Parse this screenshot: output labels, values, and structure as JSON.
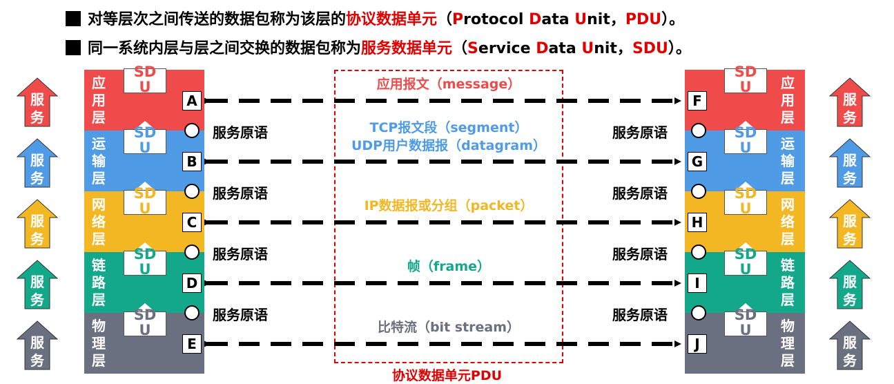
{
  "headers": [
    {
      "pre": "对等层次之间传送的数据包称为该层的",
      "hl": "协议数据单元",
      "mid1": "（",
      "P": "P",
      "w1": "rotocol ",
      "D": "D",
      "w2": "ata ",
      "U": "U",
      "w3": "nit，",
      "abbr": "PDU",
      "end": "）。"
    },
    {
      "pre": "同一系统内层与层之间交换的数据包称为",
      "hl": "服务数据单元",
      "mid1": "（",
      "P": "S",
      "w1": "ervice ",
      "D": "D",
      "w2": "ata ",
      "U": "U",
      "w3": "nit，",
      "abbr": "SDU",
      "end": "）。"
    }
  ],
  "layers": [
    {
      "name": "应用层",
      "chars": [
        "应",
        "用",
        "层"
      ],
      "color": "#f04b4b",
      "sdu_color": "#f04b4b",
      "left_box": "A",
      "right_box": "F",
      "message": "应用报文（message）",
      "msg_color": "#f04b4b"
    },
    {
      "name": "运输层",
      "chars": [
        "运",
        "输",
        "层"
      ],
      "color": "#4f9be6",
      "sdu_color": "#4f9be6",
      "left_box": "B",
      "right_box": "G",
      "message": "TCP报文段（segment）",
      "message2": "UDP用户数据报（datagram）",
      "msg_color": "#4f9be6"
    },
    {
      "name": "网络层",
      "chars": [
        "网",
        "络",
        "层"
      ],
      "color": "#f2b722",
      "sdu_color": "#f2b722",
      "left_box": "C",
      "right_box": "H",
      "message": "IP数据报或分组（packet）",
      "msg_color": "#f2b722"
    },
    {
      "name": "链路层",
      "chars": [
        "链",
        "路",
        "层"
      ],
      "color": "#13a889",
      "sdu_color": "#13a889",
      "left_box": "D",
      "right_box": "I",
      "message": "帧（frame）",
      "msg_color": "#13a889"
    },
    {
      "name": "物理层",
      "chars": [
        "物",
        "理",
        "层"
      ],
      "color": "#6b7080",
      "sdu_color": "#6b7080",
      "left_box": "E",
      "right_box": "J",
      "message": "比特流（bit stream）",
      "msg_color": "#6b7080"
    }
  ],
  "sdu_label": "SDU",
  "sdu_line1": "SD",
  "sdu_line2": "U",
  "primitive": "服务原语",
  "service_arrow": [
    "服",
    "务"
  ],
  "pdu_label": "协议数据单元PDU"
}
